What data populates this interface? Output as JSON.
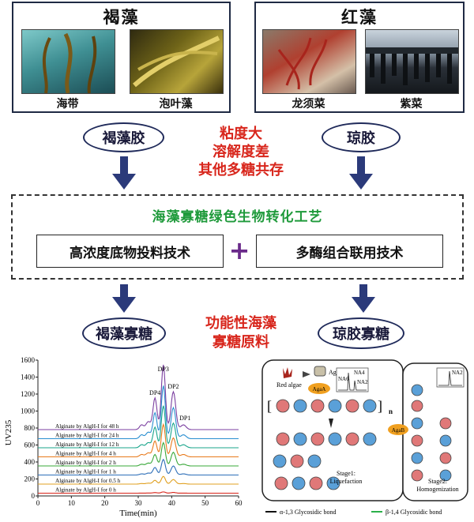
{
  "brown_algae": {
    "title": "褐藻",
    "samples": [
      "海带",
      "泡叶藻"
    ],
    "polysaccharide": "褐藻胶",
    "oligosaccharide": "褐藻寡糖"
  },
  "red_algae": {
    "title": "红藻",
    "samples": [
      "龙须菜",
      "紫菜"
    ],
    "polysaccharide": "琼胶",
    "oligosaccharide": "琼胶寡糖"
  },
  "problems": [
    "粘度大",
    "溶解度差",
    "其他多糖共存"
  ],
  "process": {
    "title": "海藻寡糖绿色生物转化工艺",
    "tech_left": "高浓度底物投料技术",
    "plus": "+",
    "tech_right": "多酶组合联用技术"
  },
  "product": [
    "功能性海藻",
    "寡糖原料"
  ],
  "colors": {
    "frame": "#1f2a44",
    "arrow": "#2b3a7a",
    "problem_text": "#d8261c",
    "process_title": "#1f9a3b",
    "plus": "#6a2a8a"
  },
  "chromatogram": {
    "ylabel": "UV235",
    "xlabel": "Time(min)",
    "yticks": [
      "1600",
      "1400",
      "1200",
      "1000",
      "800",
      "600",
      "400",
      "200",
      "0"
    ],
    "xticks": [
      "0",
      "10",
      "20",
      "30",
      "40",
      "50",
      "60"
    ],
    "peaks": [
      "DP3",
      "DP4",
      "DP2",
      "DP1"
    ],
    "traces": [
      {
        "label": "Alginate by AlgH-I for 48 h",
        "color": "#7b3fa0"
      },
      {
        "label": "Alginate by AlgH-I for 24 h",
        "color": "#2a8fd0"
      },
      {
        "label": "Alginate by AlgH-I for 12 h",
        "color": "#19a58b"
      },
      {
        "label": "Alginate by AlgH-I for 4 h",
        "color": "#e87a1c"
      },
      {
        "label": "Alginate by AlgH-I for 2 h",
        "color": "#3aa83a"
      },
      {
        "label": "Alginate by AlgH-I for 1 h",
        "color": "#2e6fb8"
      },
      {
        "label": "Alginate by AlgH-I for 0.5 h",
        "color": "#e0a020"
      },
      {
        "label": "Alginate by AlgH-I for 0 h",
        "color": "#d8261c"
      }
    ]
  },
  "agar_diagram": {
    "red_algae_label": "Red algae",
    "agar_label": "Agar",
    "enzyme_a": "AgaA",
    "enzyme_b": "AgaB",
    "na4": "NA4",
    "na6": "NA6",
    "na2_left": "NA2",
    "na2_right": "NA2",
    "n_label": "n",
    "stage1": [
      "Stage1:",
      "Liquefaction"
    ],
    "stage2": [
      "Stage2:",
      "Homogenization"
    ],
    "bond_alpha": "α-1,3 Glycosidic bond",
    "bond_beta": "β-1,4 Glycosidic bond"
  }
}
